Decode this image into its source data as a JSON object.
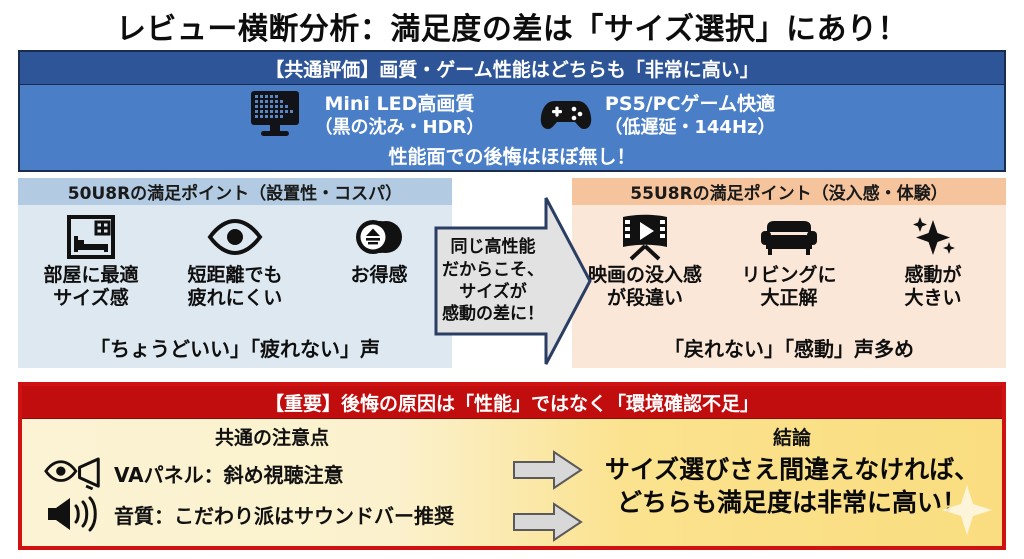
{
  "title": "レビュー横断分析：満足度の差は「サイズ選択」にあり！",
  "common_band": {
    "header": "【共通評価】画質・ゲーム性能はどちらも「非常に高い」",
    "items": [
      {
        "icon": "monitor-icon",
        "label_main": "Mini LED高画質",
        "label_sub": "（黒の沈み・HDR）"
      },
      {
        "icon": "gamepad-icon",
        "label_main": "PS5/PCゲーム快適",
        "label_sub": "（低遅延・144Hz）"
      }
    ],
    "footer": "性能面での後悔はほぼ無し！",
    "colors": {
      "header": "#2e5597",
      "body": "#4a7ec7",
      "border": "#1b2d4f"
    }
  },
  "panel_left": {
    "header": "50U8Rの満足ポイント（設置性・コスパ）",
    "items": [
      {
        "icon": "bedroom-icon",
        "label": "部屋に最適\nサイズ感"
      },
      {
        "icon": "eye-icon",
        "label": "短距離でも\n疲れにくい"
      },
      {
        "icon": "coins-icon",
        "label": "お得感"
      }
    ],
    "quote": "「ちょうどいい」「疲れない」声",
    "colors": {
      "header": "#b2cbe2",
      "body": "#dde8f1"
    }
  },
  "center_arrow": {
    "text": "同じ高性能\nだからこそ、\nサイズが\n感動の差に！",
    "colors": {
      "fill": "#e2e2e2",
      "border": "#2a3e63"
    }
  },
  "panel_right": {
    "header": "55U8Rの満足ポイント（没入感・体験）",
    "items": [
      {
        "icon": "film-play-icon",
        "label": "映画の没入感\nが段違い"
      },
      {
        "icon": "sofa-icon",
        "label": "リビングに\n大正解"
      },
      {
        "icon": "sparkle-icon",
        "label": "感動が\n大きい"
      }
    ],
    "quote": "「戻れない」「感動」声多め",
    "colors": {
      "header": "#f5c49c",
      "body": "#fbe7d8"
    }
  },
  "bottom": {
    "header": "【重要】後悔の原因は「性能」ではなく「環境確認不足」",
    "left_title": "共通の注意点",
    "cautions": [
      {
        "icon": "eye-tv-angle-icon",
        "text": "VAパネル：斜め視聴注意"
      },
      {
        "icon": "speaker-icon",
        "text": "音質：こだわり派はサウンドバー推奨"
      }
    ],
    "arrow_icon": "right-arrow-icon",
    "right_title": "結論",
    "conclusion": "サイズ選びさえ間違えなければ、\nどちらも満足度は非常に高い！",
    "colors": {
      "header": "#c10d0d",
      "border": "#cf1111",
      "body_left": "#fbf3d4",
      "body_right": "#fadd80"
    }
  }
}
